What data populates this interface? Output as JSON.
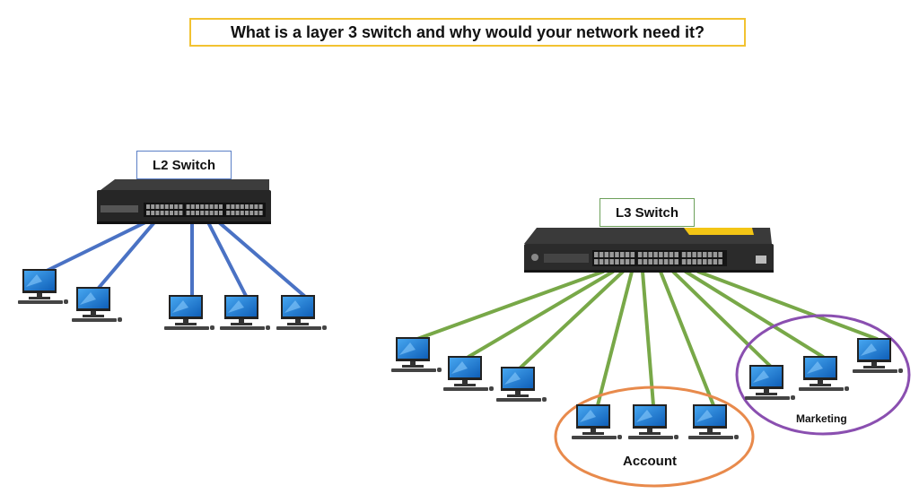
{
  "title": "What is a layer 3 switch and why would your network need it?",
  "l2": {
    "label": "L2 Switch"
  },
  "l3": {
    "label": "L3 Switch"
  },
  "groups": {
    "account": "Account",
    "marketing": "Marketing"
  },
  "colors": {
    "title_border": "#f2c231",
    "l2_border": "#5b7fc6",
    "l3_border": "#6da05a",
    "l2_link": "#4a72c4",
    "l3_link": "#78a848",
    "account_ellipse": "#e88a4c",
    "marketing_ellipse": "#8a4fb0",
    "screen": "#1a78d8"
  }
}
